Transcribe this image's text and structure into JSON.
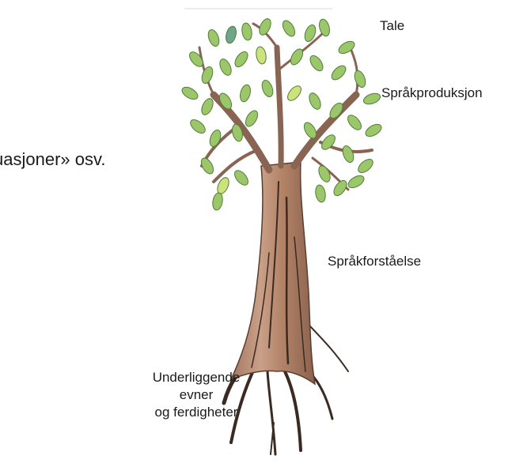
{
  "labels": {
    "tale": "Tale",
    "sprakproduksjon": "Språkproduksjon",
    "sprakforstaelse": "Språkforståelse",
    "underliggende_line1": "Underliggende evner",
    "underliggende_line2": "og ferdigheter"
  },
  "cut_off_text": "uasjoner» osv.",
  "colors": {
    "trunk": "#b98c72",
    "trunk_dark": "#3a2a22",
    "leaf": "#9cc66a",
    "leaf_dark": "#4f7d3a",
    "text": "#1a1a1a"
  },
  "illustration": "tree"
}
